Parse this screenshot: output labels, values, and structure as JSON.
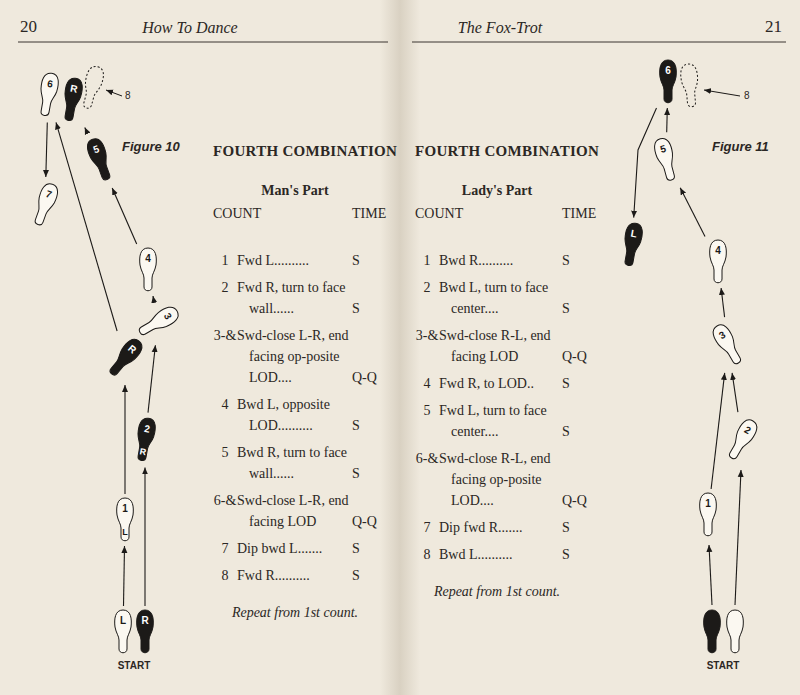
{
  "diagram": {
    "nodes": [
      {
        "text": [
          "L"
        ]
      },
      {
        "text": [
          "R"
        ]
      },
      {
        "text": [
          "1",
          "L"
        ]
      },
      {
        "text": [
          "2",
          "R"
        ]
      },
      {
        "text": [
          "3"
        ]
      },
      {
        "text": [
          "R"
        ]
      },
      {
        "text": [
          "4"
        ]
      },
      {
        "text": [
          "5"
        ]
      },
      {
        "text": [
          "6"
        ]
      },
      {
        "text": [
          "R"
        ]
      },
      {
        "text": [
          "7"
        ]
      },
      {
        "text": [
          "1"
        ]
      },
      {
        "text": [
          "2"
        ]
      },
      {
        "text": [
          "3"
        ]
      },
      {
        "text": [
          "4"
        ]
      },
      {
        "text": [
          "5"
        ]
      },
      {
        "text": [
          "6"
        ]
      },
      {
        "text": [
          "L"
        ]
      }
    ],
    "edges": [
      {
        "from": 0,
        "to": 2,
        "arrow": "to"
      },
      {
        "from": 1,
        "to": 3,
        "arrow": "to"
      },
      {
        "from": 2,
        "to": 5,
        "arrow": "to"
      },
      {
        "from": 3,
        "to": 4,
        "arrow": "to"
      },
      {
        "from": 4,
        "to": 6,
        "arrow": "to"
      },
      {
        "from": 6,
        "to": 7,
        "arrow": "to"
      },
      {
        "from": 7,
        "to": 9,
        "arrow": "to"
      },
      {
        "from": 5,
        "to": 8,
        "arrow": "to"
      },
      {
        "from": 8,
        "to": 10,
        "arrow": "to"
      },
      {
        "from": 11,
        "to": 13,
        "arrow": "to"
      },
      {
        "from": 12,
        "to": 13,
        "arrow": "to"
      },
      {
        "from": 13,
        "to": 14,
        "arrow": "to"
      },
      {
        "from": 14,
        "to": 15,
        "arrow": "to"
      },
      {
        "from": 15,
        "to": 16,
        "arrow": "to"
      },
      {
        "from": 16,
        "to": 17,
        "arrow": "to"
      }
    ],
    "labels": [
      "20",
      "How To Dance",
      "The Fox-Trot",
      "21",
      "Figure 10",
      "Figure 11",
      "START",
      "START",
      "8",
      "8",
      "FOURTH COMBINATION",
      "Man's Part",
      "COUNT",
      "TIME",
      "1",
      "Fwd L..........",
      "S",
      "2",
      "Fwd R, turn to face wall......",
      "S",
      "3-&",
      "Swd-close L-R, end facing op-posite LOD....",
      "Q-Q",
      "4",
      "Bwd L, opposite LOD..........",
      "S",
      "5",
      "Bwd R, turn to face wall......",
      "S",
      "6-&",
      "Swd-close L-R, end facing LOD",
      "Q-Q",
      "7",
      "Dip bwd L.......",
      "S",
      "8",
      "Fwd R..........",
      "S",
      "Repeat from 1st count.",
      "FOURTH COMBINATION",
      "Lady's Part",
      "COUNT",
      "TIME",
      "1",
      "Bwd R..........",
      "S",
      "2",
      "Bwd L, turn to face center....",
      "S",
      "3-&",
      "Swd-close R-L, end facing LOD",
      "Q-Q",
      "4",
      "Fwd R, to LOD..",
      "S",
      "5",
      "Fwd L, turn to face center....",
      "S",
      "6-&",
      "Swd-close R-L, end facing op-posite LOD....",
      "Q-Q",
      "7",
      "Dip fwd R.......",
      "S",
      "8",
      "Bwd L..........",
      "S",
      "Repeat from 1st count."
    ]
  }
}
